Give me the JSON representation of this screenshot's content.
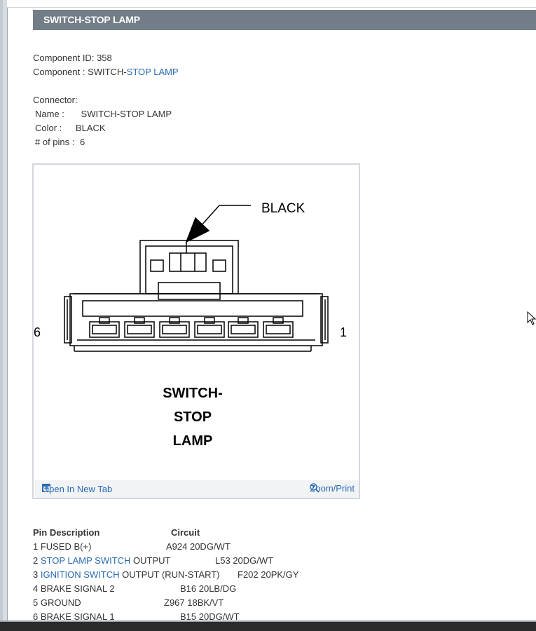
{
  "header": {
    "title": "SWITCH-STOP LAMP"
  },
  "component": {
    "id_label": "Component ID:",
    "id_value": "358",
    "name_label": "Component :",
    "name_prefix": "SWITCH-",
    "name_link": "STOP LAMP"
  },
  "connector": {
    "title": "Connector:",
    "name_label": "Name :",
    "name_value": "SWITCH-STOP LAMP",
    "color_label": "Color :",
    "color_value": "BLACK",
    "pins_label": "# of pins :",
    "pins_value": "6"
  },
  "diagram": {
    "color_callout": "BLACK",
    "left_pin": "6",
    "right_pin": "1",
    "caption_lines": [
      "SWITCH-",
      "STOP",
      "LAMP"
    ],
    "open_tab_label": "Open In New Tab",
    "open_tab_icon": "open-new-tab-icon",
    "zoom_label": "Zoom/Print",
    "zoom_icon": "magnifier-icon"
  },
  "pins": {
    "header_desc": "Pin Description",
    "header_circuit": "Circuit",
    "rows": [
      {
        "pre": "1 FUSED B(+)",
        "link": "",
        "post": "",
        "circuit": "A924 20DG/WT"
      },
      {
        "pre": "2 ",
        "link": "STOP LAMP SWITCH",
        "post": " OUTPUT",
        "circuit": "L53 20DG/WT"
      },
      {
        "pre": "3 ",
        "link": "IGNITION SWITCH",
        "post": " OUTPUT (RUN-START)",
        "circuit": "F202 20PK/GY"
      },
      {
        "pre": "4 BRAKE SIGNAL 2",
        "link": "",
        "post": "",
        "circuit": "B16 20LB/DG"
      },
      {
        "pre": "5 GROUND",
        "link": "",
        "post": "",
        "circuit": "Z967 18BK/VT"
      },
      {
        "pre": "6 BRAKE SIGNAL 1",
        "link": "",
        "post": "",
        "circuit": "B15 20DG/WT"
      }
    ]
  },
  "colors": {
    "header_bg": "#727d88",
    "link": "#2a6ab3"
  }
}
